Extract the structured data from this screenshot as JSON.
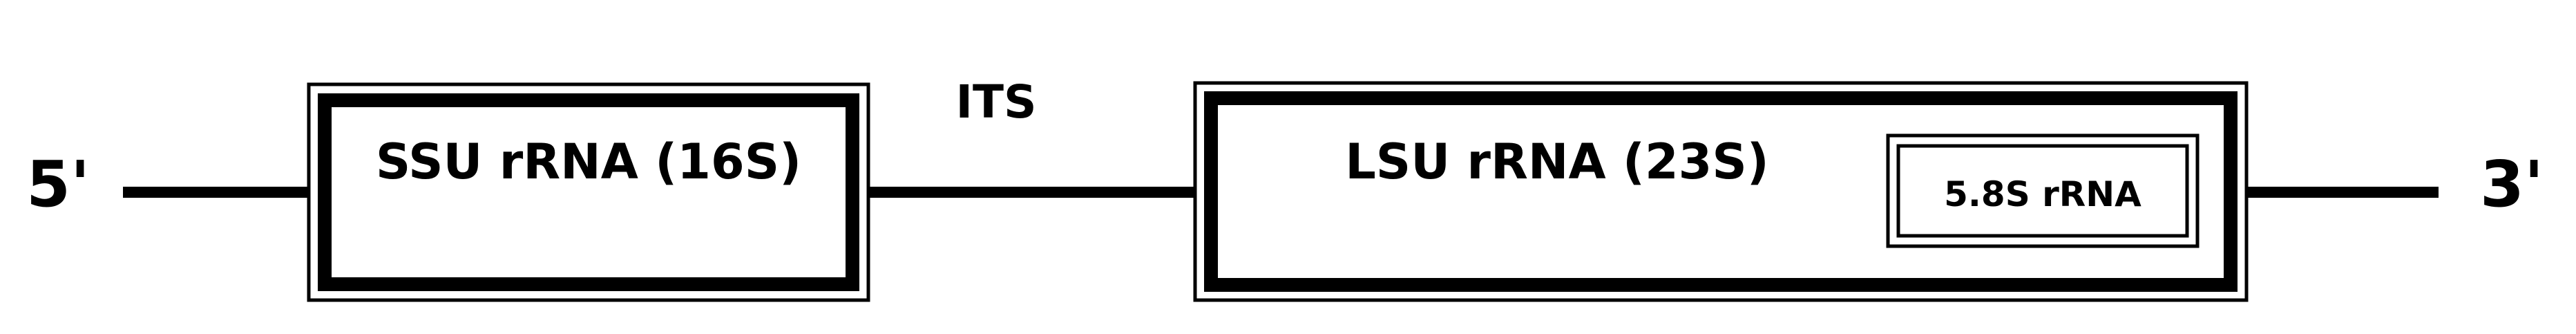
{
  "labels": {
    "five_prime": "5'",
    "three_prime": "3'",
    "ssu": "SSU rRNA (16S)",
    "its": "ITS",
    "lsu": "LSU rRNA (23S)",
    "rrna_58s": "5.8S rRNA"
  },
  "colors": {
    "ink": "#000000",
    "background": "#ffffff"
  }
}
